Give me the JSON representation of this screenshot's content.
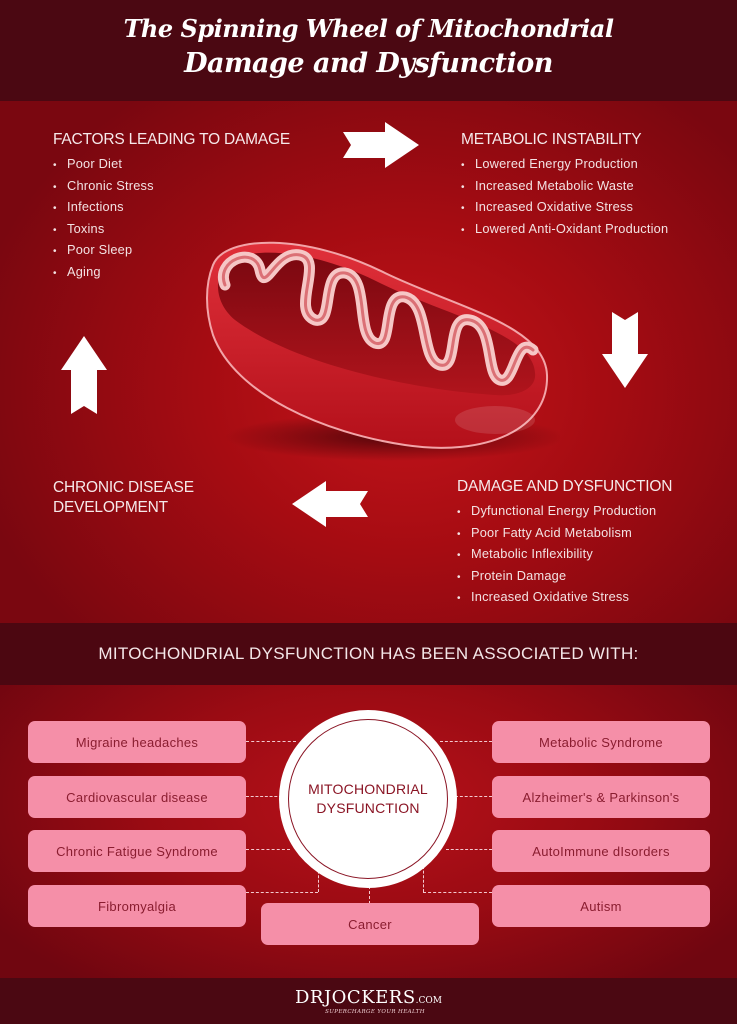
{
  "header": {
    "title_line1": "The Spinning Wheel of Mitochondrial",
    "title_line2": "Damage and Dysfunction",
    "background": "#4b0812"
  },
  "wheel": {
    "factors": {
      "title": "FACTORS LEADING TO DAMAGE",
      "items": [
        "Poor Diet",
        "Chronic Stress",
        "Infections",
        "Toxins",
        "Poor Sleep",
        "Aging"
      ]
    },
    "metabolic_instability": {
      "title": "METABOLIC INSTABILITY",
      "items": [
        "Lowered Energy Production",
        "Increased Metabolic Waste",
        "Increased Oxidative Stress",
        "Lowered Anti-Oxidant Production"
      ]
    },
    "damage_dysfunction": {
      "title": "DAMAGE AND DYSFUNCTION",
      "items": [
        "Dyfunctional Energy Production",
        "Poor Fatty Acid Metabolism",
        "Metabolic Inflexibility",
        "Protein Damage",
        "Increased Oxidative Stress"
      ]
    },
    "chronic_disease": {
      "title_line1": "CHRONIC DISEASE",
      "title_line2": "DEVELOPMENT"
    },
    "bullet": "•",
    "arrows": [
      "arrow-right",
      "arrow-down",
      "arrow-left",
      "arrow-up"
    ],
    "center_image": "mitochondrion-illustration",
    "accent_red": "#c4141b"
  },
  "associations": {
    "banner": "MITOCHONDRIAL DYSFUNCTION HAS BEEN ASSOCIATED WITH:",
    "center_line1": "MITOCHONDRIAL",
    "center_line2": "DYSFUNCTION",
    "left": [
      "Migraine headaches",
      "Cardiovascular disease",
      "Chronic Fatigue Syndrome",
      "Fibromyalgia"
    ],
    "right": [
      "Metabolic Syndrome",
      "Alzheimer's & Parkinson's",
      "AutoImmune dIsorders",
      "Autism"
    ],
    "bottom": "Cancer",
    "pill_color": "#f58fa8",
    "pill_text_color": "#8a1d30"
  },
  "footer": {
    "logo_dr": "Dr",
    "logo_name": "Jockers",
    "logo_tld": ".com",
    "tagline": "SUPERCHARGE YOUR HEALTH"
  }
}
